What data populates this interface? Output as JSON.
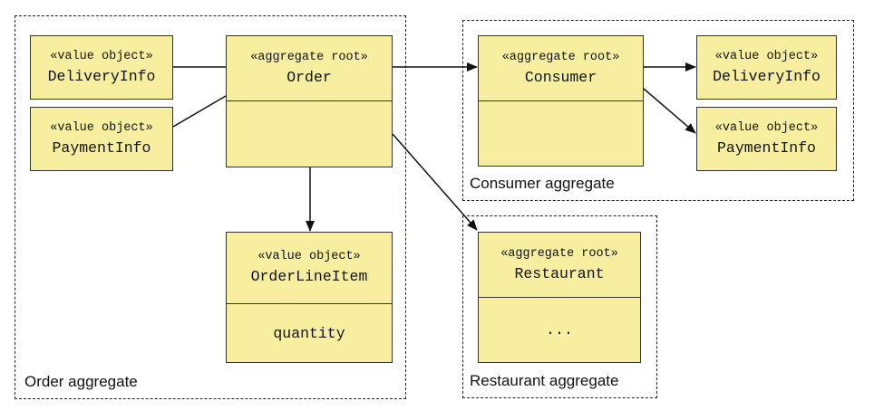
{
  "groups": {
    "order": "Order aggregate",
    "consumer": "Consumer aggregate",
    "restaurant": "Restaurant aggregate"
  },
  "boxes": {
    "order_delivery_info": {
      "stereotype": "«value object»",
      "name": "DeliveryInfo"
    },
    "order_payment_info": {
      "stereotype": "«value object»",
      "name": "PaymentInfo"
    },
    "order": {
      "stereotype": "«aggregate root»",
      "name": "Order",
      "attribute": ""
    },
    "order_line_item": {
      "stereotype": "«value object»",
      "name": "OrderLineItem",
      "attribute": "quantity"
    },
    "consumer": {
      "stereotype": "«aggregate root»",
      "name": "Consumer",
      "attribute": ""
    },
    "consumer_delivery_info": {
      "stereotype": "«value object»",
      "name": "DeliveryInfo"
    },
    "consumer_payment_info": {
      "stereotype": "«value object»",
      "name": "PaymentInfo"
    },
    "restaurant": {
      "stereotype": "«aggregate root»",
      "name": "Restaurant",
      "attribute": "..."
    }
  },
  "colors": {
    "box_fill": "#f7ef9f",
    "line": "#111111"
  }
}
